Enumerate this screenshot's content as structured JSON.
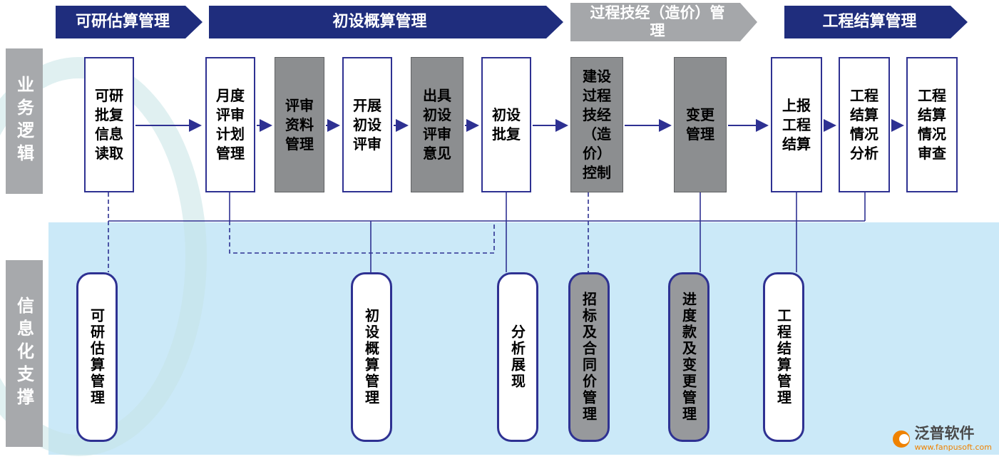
{
  "side_labels": {
    "business_logic": "业务逻辑",
    "it_support": "信息化支撑"
  },
  "banners": [
    {
      "label": "可研估算管理"
    },
    {
      "label": "初设概算管理"
    },
    {
      "label": "过程技经（造价）管\n理"
    },
    {
      "label": "工程结算管理"
    }
  ],
  "process_boxes": [
    {
      "label": "可研\n批复\n信息\n读取",
      "variant": "white"
    },
    {
      "label": "月度\n评审\n计划\n管理",
      "variant": "white"
    },
    {
      "label": "评审\n资料\n管理",
      "variant": "gray"
    },
    {
      "label": "开展\n初设\n评审",
      "variant": "white"
    },
    {
      "label": "出具\n初设\n评审\n意见",
      "variant": "gray"
    },
    {
      "label": "初设\n批复",
      "variant": "white"
    },
    {
      "label": "建设\n过程\n技经\n（造\n价）\n控制",
      "variant": "gray"
    },
    {
      "label": "变更\n管理",
      "variant": "gray"
    },
    {
      "label": "上报\n工程\n结算",
      "variant": "white"
    },
    {
      "label": "工程\n结算\n情况\n分析",
      "variant": "white"
    },
    {
      "label": "工程\n结算\n情况\n审查",
      "variant": "white"
    }
  ],
  "support_boxes": [
    {
      "label": "可研估算管理",
      "variant": "white"
    },
    {
      "label": "初设概算管理",
      "variant": "white"
    },
    {
      "label": "分析展现",
      "variant": "white"
    },
    {
      "label": "招标及合同价管理",
      "variant": "gray"
    },
    {
      "label": "进度款及变更管理",
      "variant": "gray"
    },
    {
      "label": "工程结算管理",
      "variant": "white"
    }
  ],
  "logo": {
    "name": "泛普软件",
    "url": "www.fanpusoft.com"
  },
  "colors": {
    "navy_banner": "#1f2d7d",
    "gray_banner": "#a5a7aa",
    "gray_box": "#8c8e90",
    "panel_blue": "#cbe9f8",
    "line_blue": "#2e3192",
    "accent_orange": "#ef8200"
  }
}
